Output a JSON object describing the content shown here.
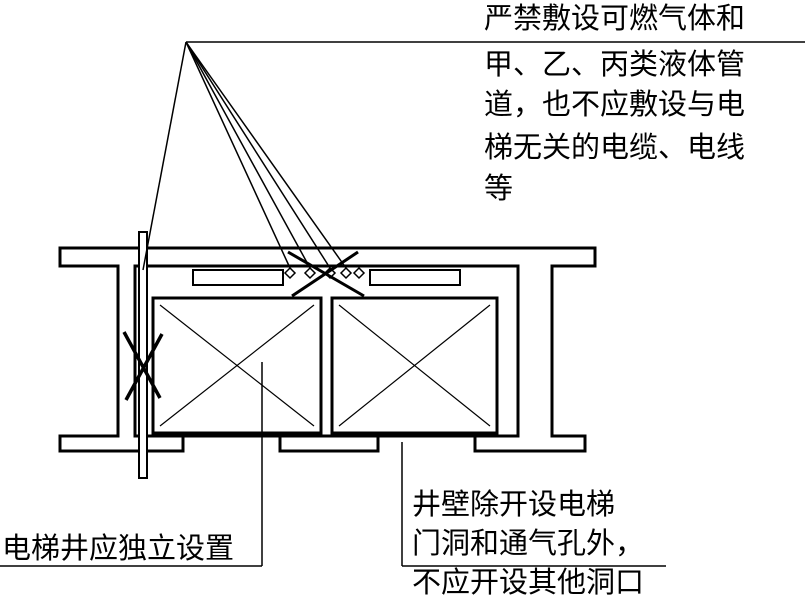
{
  "colors": {
    "line": "#000000",
    "background": "#ffffff"
  },
  "annotations": {
    "top_right": {
      "lines": [
        "严禁敷设可燃气体和",
        "甲、乙、丙类液体管",
        "道，也不应敷设与电",
        "梯无关的电缆、电线",
        "等"
      ]
    },
    "bottom_left": {
      "lines": [
        "电梯井应独立设置"
      ]
    },
    "bottom_right": {
      "lines": [
        "井壁除开设电梯",
        "门洞和通气孔外，",
        "不应开设其他洞口"
      ]
    }
  }
}
